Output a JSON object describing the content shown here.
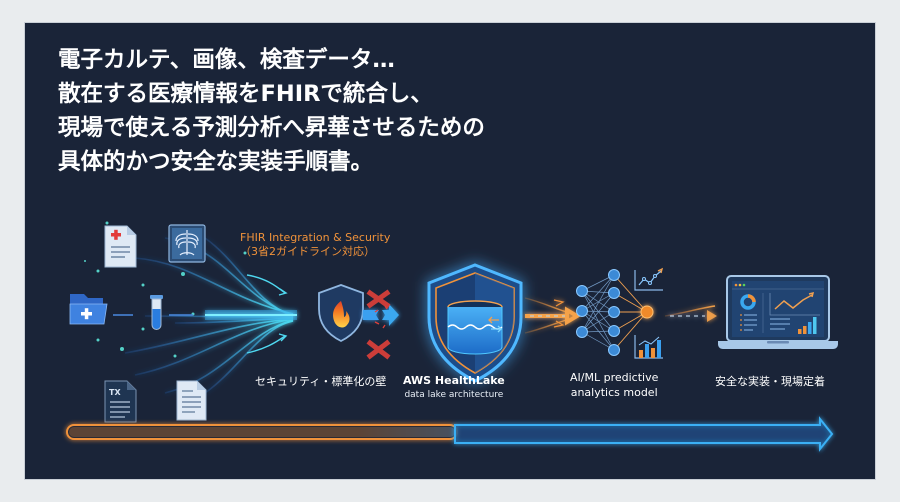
{
  "headline": {
    "lines": [
      "電子カルテ、画像、検査データ…",
      "散在する医療情報をFHIRで統合し、",
      "現場で使える予測分析へ昇華させるための",
      "具体的かつ安全な実装手順書。"
    ]
  },
  "sources": {
    "icons": [
      "medical-document-icon",
      "xray-icon",
      "medical-folder-icon",
      "test-tube-icon",
      "tx-document-icon",
      "document-icon"
    ]
  },
  "security": {
    "title": "FHIR Integration & Security",
    "subtitle": "（3省2ガイドライン対応）",
    "label": "セキュリティ・標準化の壁",
    "icons": [
      "firewall-shield-icon",
      "blocked-x-icon"
    ]
  },
  "healthlake": {
    "title": "AWS HealthLake",
    "subtitle": "data lake architecture",
    "icon": "data-lake-shield-icon"
  },
  "ml": {
    "line1": "AI/ML predictive",
    "line2": "analytics model",
    "icons": [
      "neural-network-icon",
      "line-chart-icon",
      "bar-chart-icon"
    ]
  },
  "deploy": {
    "label": "安全な実装・現場定着",
    "icon": "dashboard-laptop-icon"
  },
  "progress": {
    "segments": [
      "orange",
      "blue"
    ],
    "colors": {
      "orange": "#f0923a",
      "blue": "#3aa8f0",
      "cyan": "#4fd8f0",
      "background": "#1a2438"
    }
  }
}
